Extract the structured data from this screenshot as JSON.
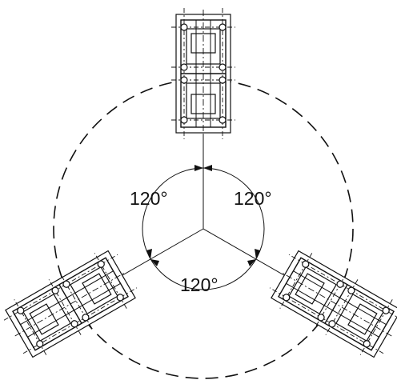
{
  "diagram": {
    "angle_labels": {
      "top_left": "120°",
      "top_right": "120°",
      "bottom": "120°"
    },
    "colors": {
      "line": "#111111",
      "background": "#ffffff"
    }
  }
}
